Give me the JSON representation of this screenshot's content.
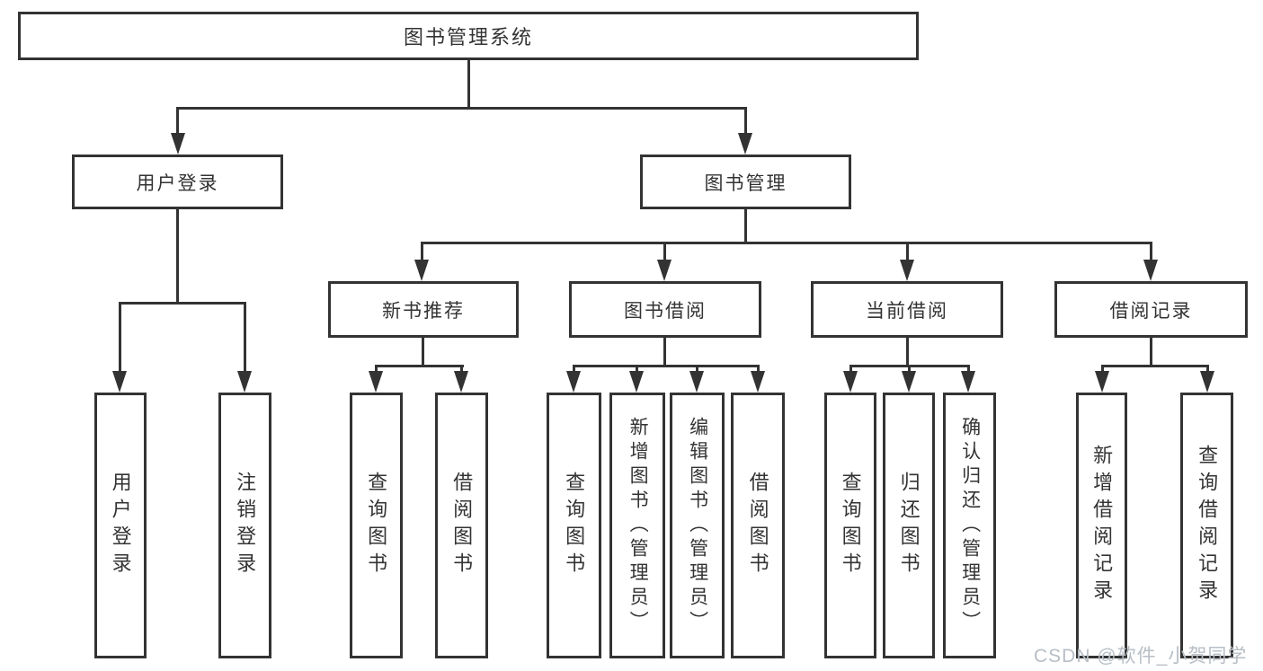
{
  "nodes": {
    "root": "图书管理系统",
    "user_login": "用户登录",
    "book_mgmt": "图书管理",
    "new_book_recommend": "新书推荐",
    "book_borrow": "图书借阅",
    "current_borrow": "当前借阅",
    "borrow_record": "借阅记录"
  },
  "leaves": {
    "user_login": "用户登录",
    "logout": "注销登录",
    "nb_query_book": "查询图书",
    "nb_borrow_book": "借阅图书",
    "bb_query_book": "查询图书",
    "bb_add_book": "新增图书（管理员）",
    "bb_edit_book": "编辑图书（管理员）",
    "bb_borrow_book": "借阅图书",
    "cb_query_book": "查询图书",
    "cb_return_book": "归还图书",
    "cb_confirm_return": "确认归还（管理员）",
    "br_add_record": "新增借阅记录",
    "br_query_record": "查询借阅记录"
  },
  "watermark": "CSDN @软件_小贺同学",
  "colors": {
    "line": "#333333",
    "text": "#333333",
    "watermark": "#b7bec5",
    "background": "#ffffff"
  }
}
